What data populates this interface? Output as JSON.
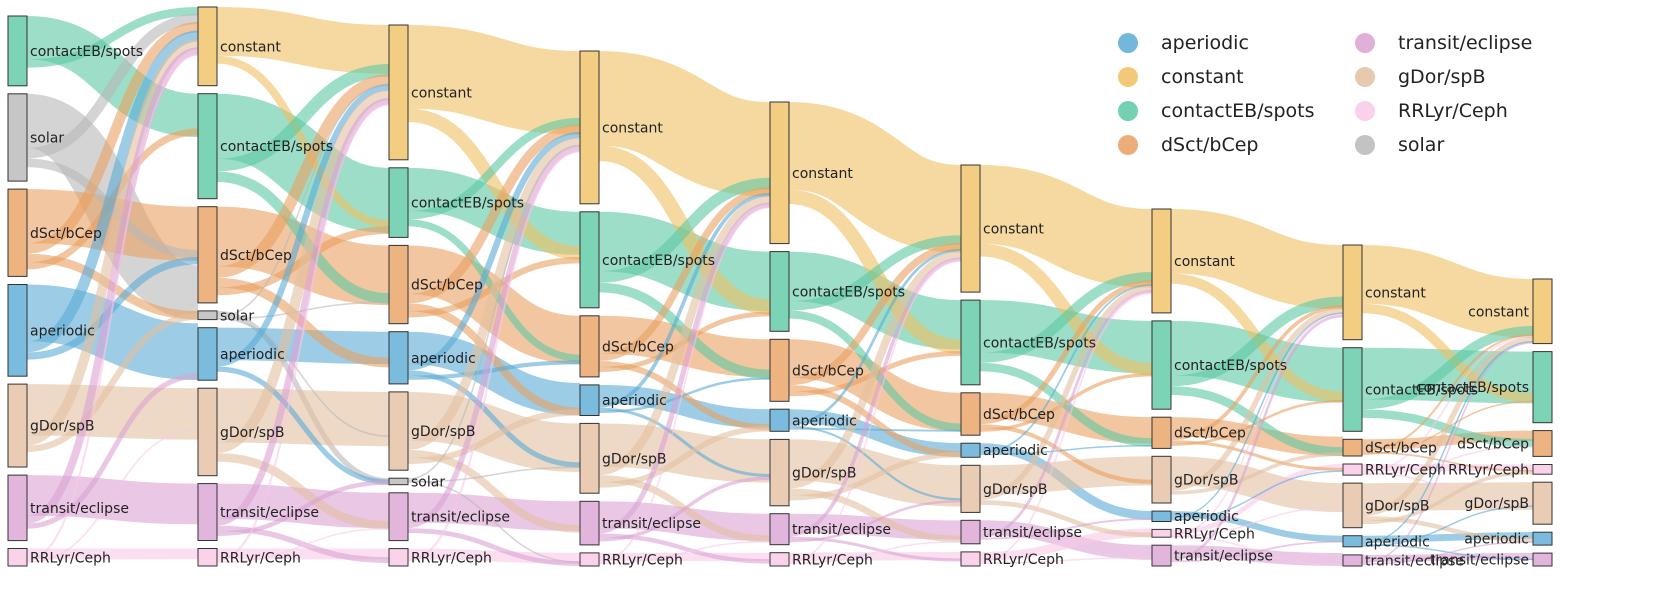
{
  "chart_data": {
    "type": "sankey",
    "title": "",
    "classes": [
      {
        "name": "aperiodic",
        "color": "#5aaad5"
      },
      {
        "name": "constant",
        "color": "#f0c062"
      },
      {
        "name": "contactEB/spots",
        "color": "#5cc8a4"
      },
      {
        "name": "dSct/bCep",
        "color": "#e9a060"
      },
      {
        "name": "transit/eclipse",
        "color": "#dba2d4"
      },
      {
        "name": "gDor/spB",
        "color": "#e3bfa0"
      },
      {
        "name": "RRLyr/Ceph",
        "color": "#f9c8e6"
      },
      {
        "name": "solar",
        "color": "#b8b8b8"
      }
    ],
    "legend": {
      "placement": "top-right",
      "order": [
        "aperiodic",
        "constant",
        "contactEB/spots",
        "dSct/bCep",
        "transit/eclipse",
        "gDor/spB",
        "RRLyr/Ceph",
        "solar"
      ]
    },
    "stage_count": 9,
    "stages": [
      [
        {
          "label": "contactEB/spots",
          "class": "contactEB/spots",
          "value": 32
        },
        {
          "label": "solar",
          "class": "solar",
          "value": 40
        },
        {
          "label": "dSct/bCep",
          "class": "dSct/bCep",
          "value": 40
        },
        {
          "label": "aperiodic",
          "class": "aperiodic",
          "value": 42
        },
        {
          "label": "gDor/spB",
          "class": "gDor/spB",
          "value": 38
        },
        {
          "label": "transit/eclipse",
          "class": "transit/eclipse",
          "value": 30
        },
        {
          "label": "RRLyr/Ceph",
          "class": "RRLyr/Ceph",
          "value": 8
        }
      ],
      [
        {
          "label": "constant",
          "class": "constant",
          "value": 36
        },
        {
          "label": "contactEB/spots",
          "class": "contactEB/spots",
          "value": 48
        },
        {
          "label": "dSct/bCep",
          "class": "dSct/bCep",
          "value": 44
        },
        {
          "label": "solar",
          "class": "solar",
          "value": 4
        },
        {
          "label": "aperiodic",
          "class": "aperiodic",
          "value": 24
        },
        {
          "label": "gDor/spB",
          "class": "gDor/spB",
          "value": 40
        },
        {
          "label": "transit/eclipse",
          "class": "transit/eclipse",
          "value": 26
        },
        {
          "label": "RRLyr/Ceph",
          "class": "RRLyr/Ceph",
          "value": 8
        }
      ],
      [
        {
          "label": "constant",
          "class": "constant",
          "value": 62
        },
        {
          "label": "contactEB/spots",
          "class": "contactEB/spots",
          "value": 32
        },
        {
          "label": "dSct/bCep",
          "class": "dSct/bCep",
          "value": 36
        },
        {
          "label": "aperiodic",
          "class": "aperiodic",
          "value": 24
        },
        {
          "label": "gDor/spB",
          "class": "gDor/spB",
          "value": 36
        },
        {
          "label": "solar",
          "class": "solar",
          "value": 3
        },
        {
          "label": "transit/eclipse",
          "class": "transit/eclipse",
          "value": 22
        },
        {
          "label": "RRLyr/Ceph",
          "class": "RRLyr/Ceph",
          "value": 8
        }
      ],
      [
        {
          "label": "constant",
          "class": "constant",
          "value": 70
        },
        {
          "label": "contactEB/spots",
          "class": "contactEB/spots",
          "value": 44
        },
        {
          "label": "dSct/bCep",
          "class": "dSct/bCep",
          "value": 28
        },
        {
          "label": "aperiodic",
          "class": "aperiodic",
          "value": 14
        },
        {
          "label": "gDor/spB",
          "class": "gDor/spB",
          "value": 32
        },
        {
          "label": "transit/eclipse",
          "class": "transit/eclipse",
          "value": 20
        },
        {
          "label": "RRLyr/Ceph",
          "class": "RRLyr/Ceph",
          "value": 6
        }
      ],
      [
        {
          "label": "constant",
          "class": "constant",
          "value": 64
        },
        {
          "label": "contactEB/spots",
          "class": "contactEB/spots",
          "value": 36
        },
        {
          "label": "dSct/bCep",
          "class": "dSct/bCep",
          "value": 28
        },
        {
          "label": "aperiodic",
          "class": "aperiodic",
          "value": 10
        },
        {
          "label": "gDor/spB",
          "class": "gDor/spB",
          "value": 30
        },
        {
          "label": "transit/eclipse",
          "class": "transit/eclipse",
          "value": 14
        },
        {
          "label": "RRLyr/Ceph",
          "class": "RRLyr/Ceph",
          "value": 6
        }
      ],
      [
        {
          "label": "constant",
          "class": "constant",
          "value": 54
        },
        {
          "label": "contactEB/spots",
          "class": "contactEB/spots",
          "value": 36
        },
        {
          "label": "dSct/bCep",
          "class": "dSct/bCep",
          "value": 18
        },
        {
          "label": "aperiodic",
          "class": "aperiodic",
          "value": 6
        },
        {
          "label": "gDor/spB",
          "class": "gDor/spB",
          "value": 20
        },
        {
          "label": "transit/eclipse",
          "class": "transit/eclipse",
          "value": 10
        },
        {
          "label": "RRLyr/Ceph",
          "class": "RRLyr/Ceph",
          "value": 6
        }
      ],
      [
        {
          "label": "constant",
          "class": "constant",
          "value": 40
        },
        {
          "label": "contactEB/spots",
          "class": "contactEB/spots",
          "value": 34
        },
        {
          "label": "dSct/bCep",
          "class": "dSct/bCep",
          "value": 12
        },
        {
          "label": "gDor/spB",
          "class": "gDor/spB",
          "value": 18
        },
        {
          "label": "aperiodic",
          "class": "aperiodic",
          "value": 4
        },
        {
          "label": "RRLyr/Ceph",
          "class": "RRLyr/Ceph",
          "value": 3
        },
        {
          "label": "transit/eclipse",
          "class": "transit/eclipse",
          "value": 8
        }
      ],
      [
        {
          "label": "constant",
          "class": "constant",
          "value": 34
        },
        {
          "label": "contactEB/spots",
          "class": "contactEB/spots",
          "value": 30
        },
        {
          "label": "dSct/bCep",
          "class": "dSct/bCep",
          "value": 6
        },
        {
          "label": "RRLyr/Ceph",
          "class": "RRLyr/Ceph",
          "value": 4
        },
        {
          "label": "gDor/spB",
          "class": "gDor/spB",
          "value": 16
        },
        {
          "label": "aperiodic",
          "class": "aperiodic",
          "value": 4
        },
        {
          "label": "transit/eclipse",
          "class": "transit/eclipse",
          "value": 4
        }
      ],
      [
        {
          "label": "constant",
          "class": "constant",
          "value": 20
        },
        {
          "label": "contactEB/spots",
          "class": "contactEB/spots",
          "value": 22
        },
        {
          "label": "dSct/bCep",
          "class": "dSct/bCep",
          "value": 8
        },
        {
          "label": "RRLyr/Ceph",
          "class": "RRLyr/Ceph",
          "value": 3
        },
        {
          "label": "gDor/spB",
          "class": "gDor/spB",
          "value": 13
        },
        {
          "label": "aperiodic",
          "class": "aperiodic",
          "value": 4
        },
        {
          "label": "transit/eclipse",
          "class": "transit/eclipse",
          "value": 4
        }
      ]
    ]
  }
}
